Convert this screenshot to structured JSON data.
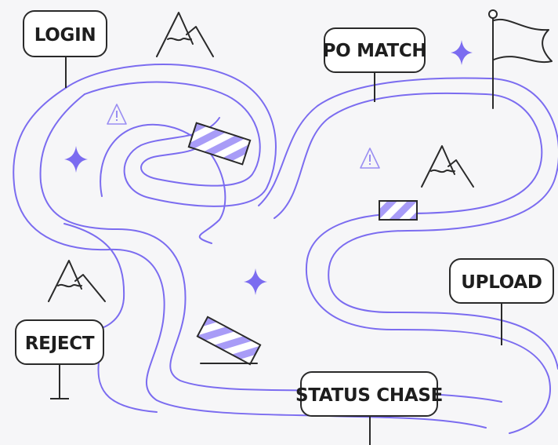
{
  "signs": {
    "login": "LOGIN",
    "po_match": "PO MATCH",
    "upload": "UPLOAD",
    "reject": "REJECT",
    "status_chase": "STATUS CHASE"
  },
  "icons": {
    "mountain": "mountain-icon",
    "warning": "warning-icon",
    "sparkle": "sparkle-icon",
    "flag": "flag-icon",
    "barrier": "barrier-icon"
  },
  "colors": {
    "road": "#7b6cf0",
    "barrier_stripe": "#a89cf7",
    "ink": "#2a2a2a",
    "background": "#f6f6f8"
  }
}
